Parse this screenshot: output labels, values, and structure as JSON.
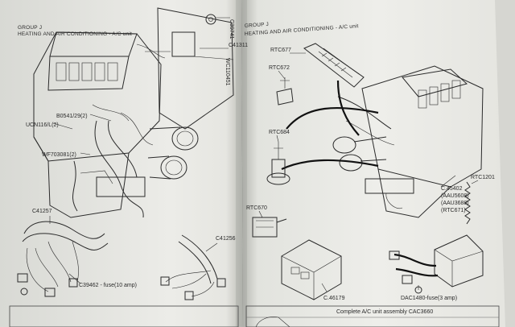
{
  "left_page": {
    "group": "GROUP J",
    "title": "HEATING AND AIR CONDITIONING - A/C unit",
    "labels": {
      "c39741": "C39741",
      "c41311": "C41311",
      "wc110451": "WC110451",
      "b0541": "B0541/29(2)",
      "ucn116": "UCN116/L(2)",
      "wf703081": "WF703081(2)",
      "c41257": "C41257",
      "c41256": "C41256",
      "c39462": "C39462 - fuse(10 amp)"
    }
  },
  "right_page": {
    "group": "GROUP J",
    "title": "HEATING AND AIR CONDITIONING - A/C unit",
    "labels": {
      "rtc677": "RTC677",
      "rtc672": "RTC672",
      "rtc684": "RTC684",
      "rtc670": "RTC670",
      "rtc1201": "RTC1201",
      "c45402": "C.45402",
      "aau5608": "(AAU5608)",
      "aau3688": "(AAU3688)",
      "rtc671": "(RTC671)",
      "c46179": "C.46179",
      "dac1480": "DAC1480-fuse(3 amp)"
    },
    "footer": "Complete A/C unit assembly CAC3660"
  }
}
